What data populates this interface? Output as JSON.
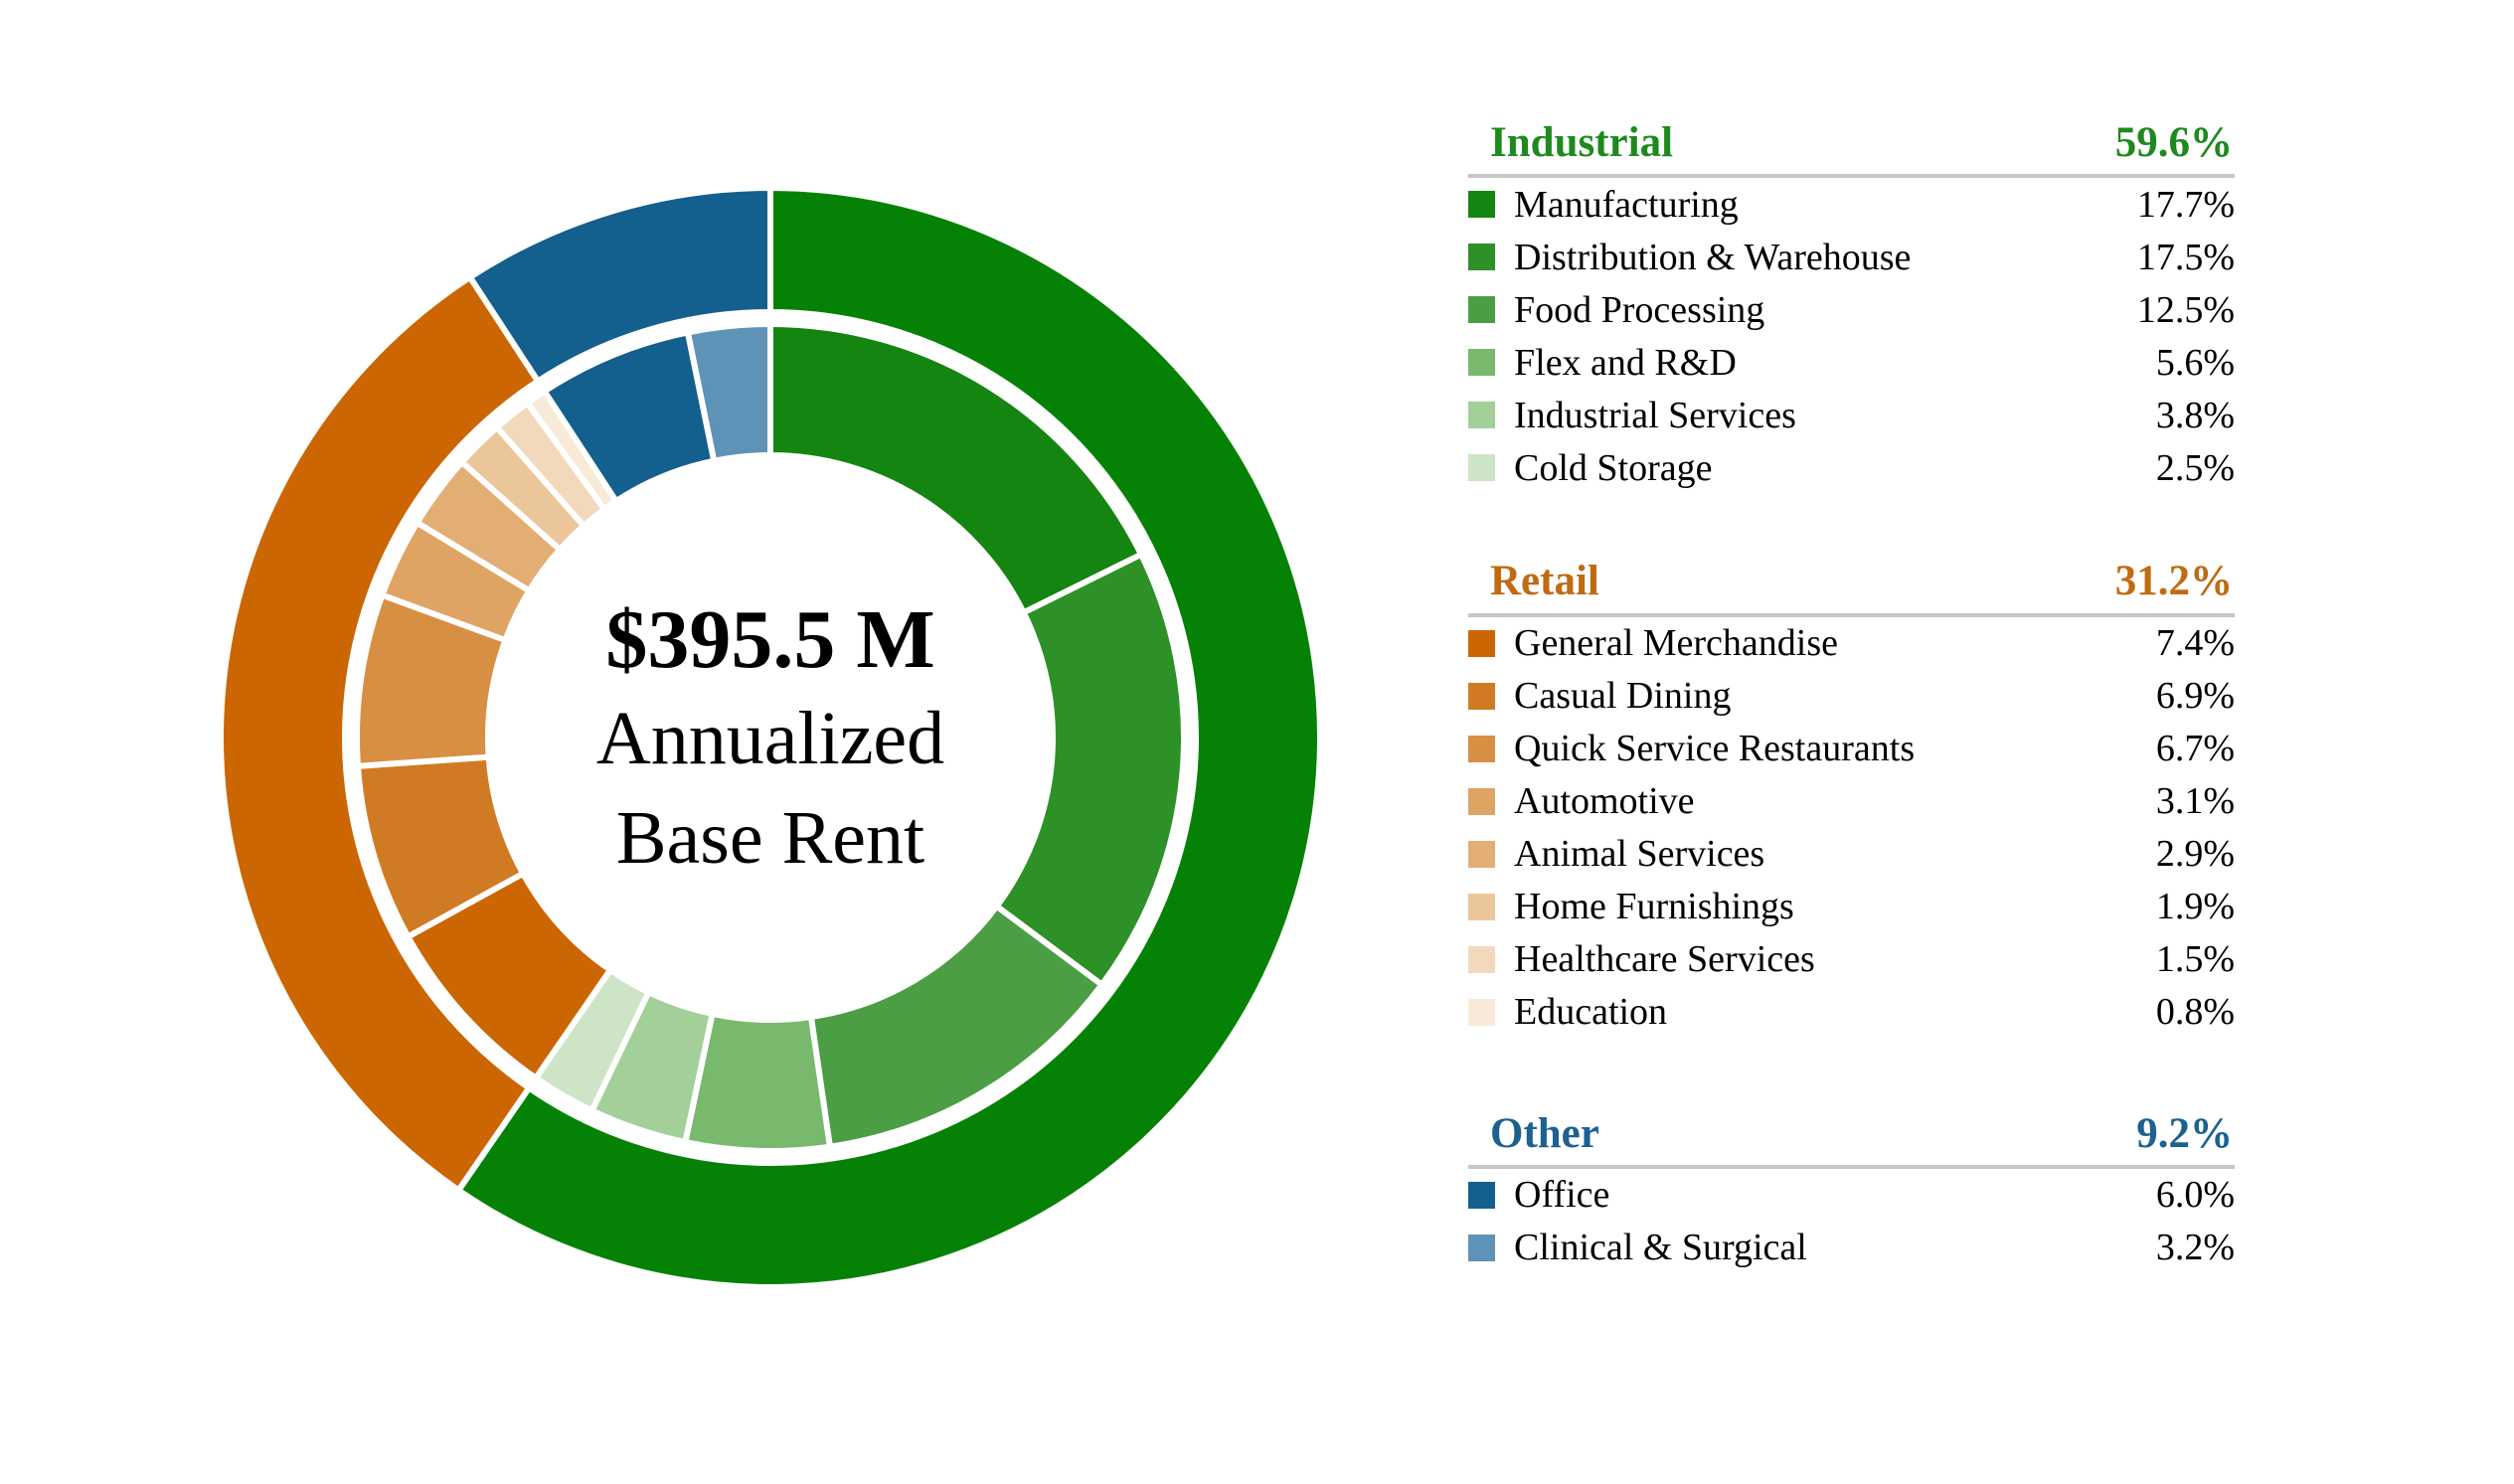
{
  "page": {
    "background": "#ffffff",
    "divider_color": "#c6c6c6"
  },
  "chart_data": {
    "type": "donut",
    "rings": "outer ring = category totals, inner ring = subcategories, starting at 12 o'clock clockwise",
    "center_label": [
      "$395.5 M",
      "Annualized",
      "Base Rent"
    ],
    "legend_position": "right",
    "groups": [
      {
        "name": "Industrial",
        "total": 59.6,
        "total_label": "59.6%",
        "header_color": "#1e8a1e",
        "ring_color": "#058205",
        "items": [
          {
            "label": "Manufacturing",
            "value": 17.7,
            "pct": "17.7%",
            "color": "#148510"
          },
          {
            "label": "Distribution & Warehouse",
            "value": 17.5,
            "pct": "17.5%",
            "color": "#2d9127"
          },
          {
            "label": "Food Processing",
            "value": 12.5,
            "pct": "12.5%",
            "color": "#4b9e43"
          },
          {
            "label": "Flex and R&D",
            "value": 5.6,
            "pct": "5.6%",
            "color": "#79b96d"
          },
          {
            "label": "Industrial Services",
            "value": 3.8,
            "pct": "3.8%",
            "color": "#a3cf99"
          },
          {
            "label": "Cold Storage",
            "value": 2.5,
            "pct": "2.5%",
            "color": "#cde5c6"
          }
        ]
      },
      {
        "name": "Retail",
        "total": 31.2,
        "total_label": "31.2%",
        "header_color": "#c06a12",
        "ring_color": "#cb6602",
        "items": [
          {
            "label": "General Merchandise",
            "value": 7.4,
            "pct": "7.4%",
            "color": "#cb6602"
          },
          {
            "label": "Casual Dining",
            "value": 6.9,
            "pct": "6.9%",
            "color": "#d07b24"
          },
          {
            "label": "Quick Service Restaurants",
            "value": 6.7,
            "pct": "6.7%",
            "color": "#d78f43"
          },
          {
            "label": "Automotive",
            "value": 3.1,
            "pct": "3.1%",
            "color": "#dfa463"
          },
          {
            "label": "Animal Services",
            "value": 2.9,
            "pct": "2.9%",
            "color": "#e2ae74"
          },
          {
            "label": "Home Furnishings",
            "value": 1.9,
            "pct": "1.9%",
            "color": "#ebc69b"
          },
          {
            "label": "Healthcare Services",
            "value": 1.5,
            "pct": "1.5%",
            "color": "#f2d9bc"
          },
          {
            "label": "Education",
            "value": 0.8,
            "pct": "0.8%",
            "color": "#f8ead9"
          }
        ]
      },
      {
        "name": "Other",
        "total": 9.2,
        "total_label": "9.2%",
        "header_color": "#1c6290",
        "ring_color": "#135f8d",
        "items": [
          {
            "label": "Office",
            "value": 6.0,
            "pct": "6.0%",
            "color": "#135f8d"
          },
          {
            "label": "Clinical & Surgical",
            "value": 3.2,
            "pct": "3.2%",
            "color": "#5e93b7"
          }
        ]
      }
    ]
  }
}
